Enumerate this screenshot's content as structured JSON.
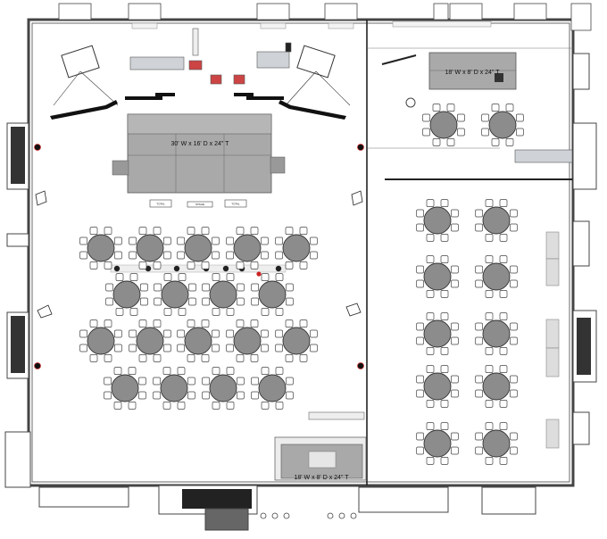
{
  "stages": {
    "main": {
      "label": "30' W x 16' D x 24\" T"
    },
    "upper_right": {
      "label": "18' W x 8' D x 24\" T"
    },
    "bottom": {
      "label": "18' W x 8' D x 24\" T"
    }
  },
  "front_signs": [
    "TOTAL",
    "STAGE",
    "TOTAL"
  ],
  "colors": {
    "wall": "#4a4a4a",
    "wall_accent": "#2e3d4a",
    "table": "#8c8c8c",
    "stage": "#a9a9a9",
    "chair": "#ffffff"
  }
}
